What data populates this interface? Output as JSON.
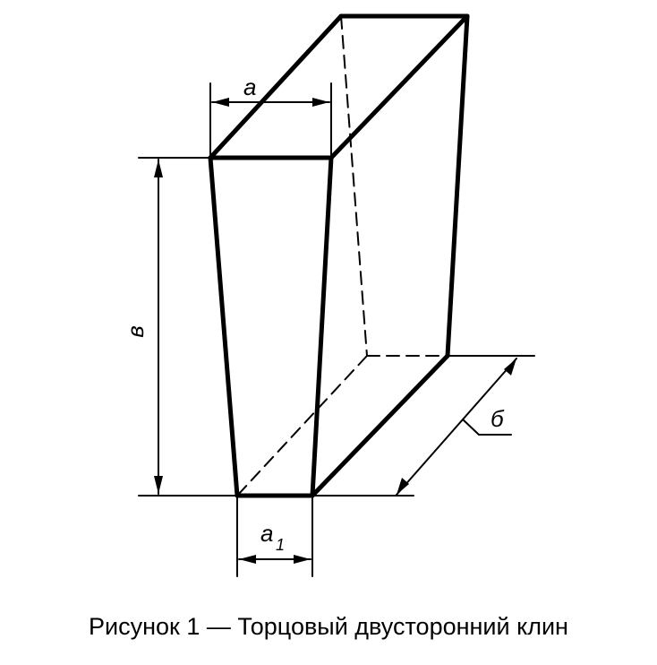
{
  "figure": {
    "caption": "Рисунок 1 — Торцовый двусторонний клин",
    "labels": {
      "a": "a",
      "a1": "a",
      "a1_sub": "1",
      "height": "в",
      "depth": "б"
    }
  }
}
